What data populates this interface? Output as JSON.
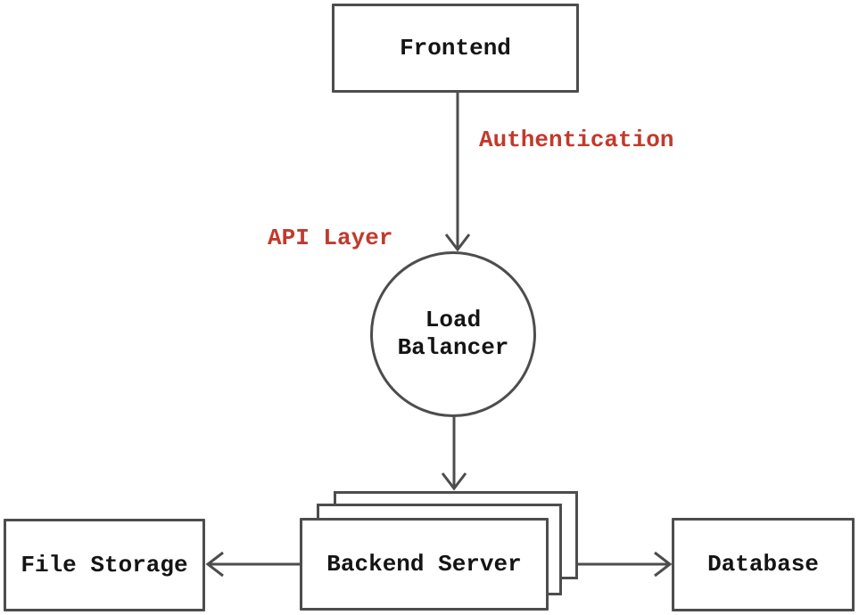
{
  "colors": {
    "stroke": "#4d4d4d",
    "label-red": "#c13a2b",
    "node-fill": "#ffffff",
    "background": "#ffffff",
    "text": "#141414"
  },
  "nodes": {
    "frontend": {
      "label": "Frontend",
      "shape": "rectangle"
    },
    "load_balancer": {
      "label": "Load Balancer",
      "shape": "circle"
    },
    "backend_server": {
      "label": "Backend Server",
      "shape": "stacked-rectangles"
    },
    "file_storage": {
      "label": "File Storage",
      "shape": "rectangle"
    },
    "database": {
      "label": "Database",
      "shape": "rectangle"
    }
  },
  "edge_labels": {
    "authentication": "Authentication",
    "api_layer": "API Layer"
  },
  "edges": [
    {
      "from": "Frontend",
      "to": "Load Balancer",
      "label": "Authentication"
    },
    {
      "from": "Load Balancer",
      "to": "Backend Server",
      "label": "API Layer"
    },
    {
      "from": "Backend Server",
      "to": "File Storage",
      "label": ""
    },
    {
      "from": "Backend Server",
      "to": "Database",
      "label": ""
    }
  ]
}
